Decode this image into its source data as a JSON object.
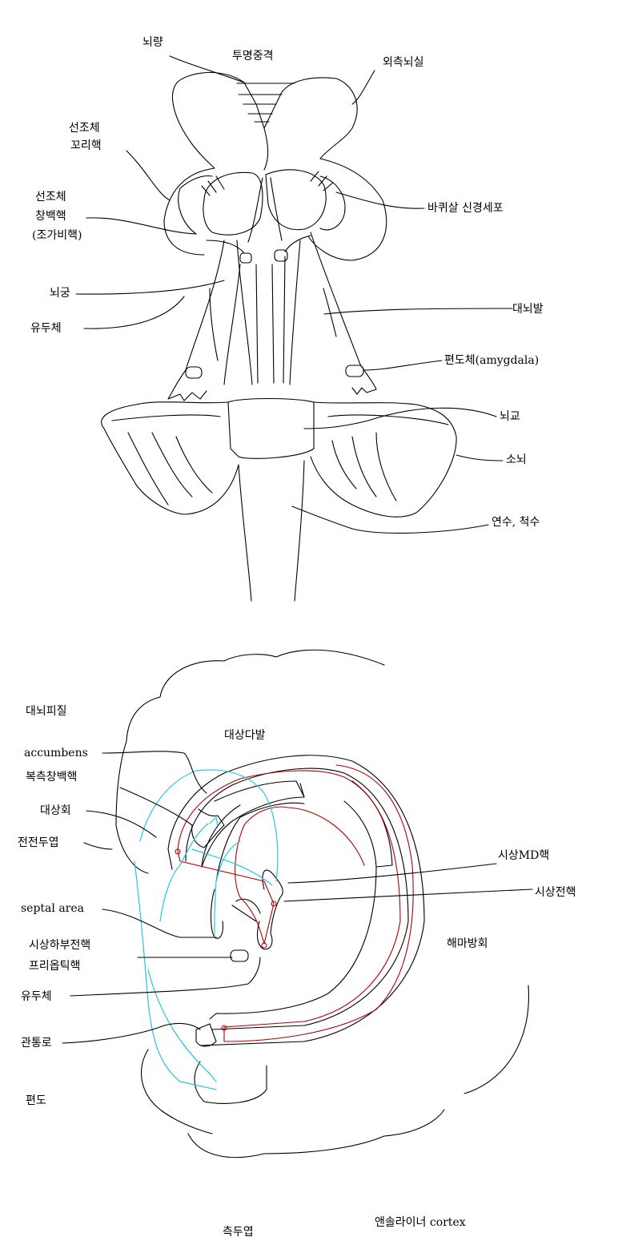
{
  "colors": {
    "ink": "#000000",
    "papez_circuit": "#b00000",
    "limbic_pathway": "#22c8e0",
    "background": "#ffffff"
  },
  "ventral_view": {
    "labels": {
      "noeryang": "뇌량",
      "septum_pellucidum": "투명중격",
      "lateral_ventricle": "외측뇌실",
      "caudate_1": "선조체",
      "caudate_2": "꼬리핵",
      "putamen_1": "선조체",
      "putamen_2": "창백핵",
      "putamen_3": "(조가비핵)",
      "fornix": "뇌궁",
      "mammillary": "유두체",
      "basal_nucleus": "바퀴살 신경세포",
      "cerebral_peduncle": "대뇌발",
      "amygdala": "편도체(amygdala)",
      "pons": "뇌교",
      "cerebellum": "소뇌",
      "medulla": "연수, 척수"
    }
  },
  "medial_view": {
    "labels": {
      "cortex": "대뇌피질",
      "cingulum": "대상다발",
      "accumbens": "accumbens",
      "ventral_pallidum": "복측창백핵",
      "cingulate_gyrus": "대상회",
      "prefrontal": "전전두엽",
      "septal_area": "septal area",
      "hypothalamic_ant": "시상하부전핵",
      "preoptic": "프리옵틱핵",
      "mammillary": "유두체",
      "tract": "관통로",
      "amygdala": "편도",
      "thalamus_md": "시상MD핵",
      "thalamus_ant": "시상전핵",
      "parahippocampal": "해마방회",
      "temporal": "측두엽",
      "entorhinal": "앤솔라이너 cortex"
    }
  }
}
